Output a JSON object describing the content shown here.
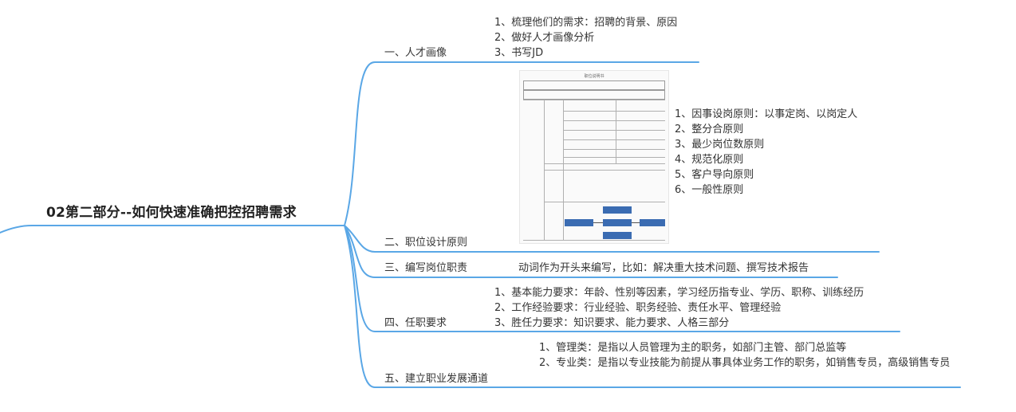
{
  "root": {
    "label": "02第二部分--如何快速准确把控招聘需求"
  },
  "branches": [
    {
      "label": "一、人才画像",
      "details": [
        "1、梳理他们的需求：招聘的背景、原因",
        "2、做好人才画像分析",
        "3、书写JD"
      ]
    },
    {
      "label": "二、职位设计原则",
      "details": [
        "1、因事设岗原则：以事定岗、以岗定人",
        "2、整分合原则",
        "3、最少岗位数原则",
        "4、规范化原则",
        "5、客户导向原则",
        "6、一般性原则"
      ]
    },
    {
      "label": "三、编写岗位职责",
      "details": [
        "动词作为开头来编写，比如：解决重大技术问题、撰写技术报告"
      ]
    },
    {
      "label": "四、任职要求",
      "details": [
        "1、基本能力要求：年龄、性别等因素，学习经历指专业、学历、职称、训练经历",
        "2、工作经验要求：行业经验、职务经验、责任水平、管理经验",
        "3、胜任力要求：知识要求、能力要求、人格三部分"
      ]
    },
    {
      "label": "五、建立职业发展通道",
      "details": [
        "1、管理类：是指以人员管理为主的职务，如部门主管、部门总监等",
        "2、专业类：是指以专业技能为前提从事具体业务工作的职务，如销售专员，高级销售专员"
      ]
    }
  ],
  "colors": {
    "connector": "#5aa7e6",
    "underline": "#5aa7e6",
    "image_blue": "#3b6cb2"
  }
}
